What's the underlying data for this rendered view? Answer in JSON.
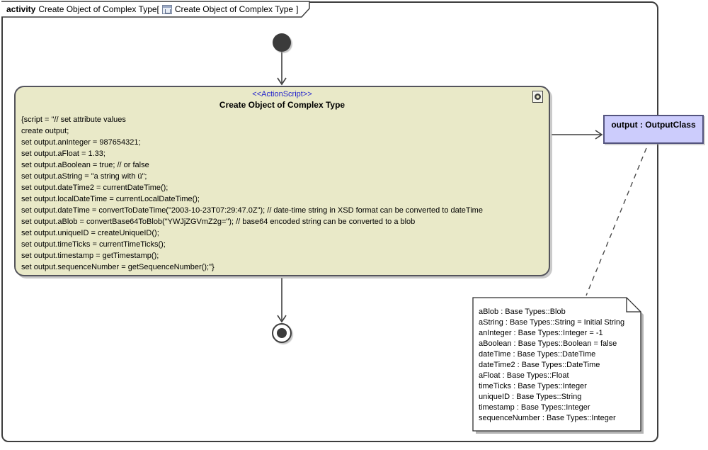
{
  "frame": {
    "keyword": "activity",
    "name_with_bracket": "Create Object of Complex Type[",
    "referenced_diagram": "Create Object of Complex Type",
    "bracket_close": "]",
    "diagram_icon": "activity-diagram-icon"
  },
  "action": {
    "stereotype": "<<ActionScript>>",
    "name": "Create Object of Complex Type",
    "corner_icon": "script-gear-icon",
    "script_lines": [
      "{script = \"// set attribute values",
      "create output;",
      "set output.anInteger = 987654321;",
      "set output.aFloat = 1.33;",
      "set output.aBoolean = true; // or false",
      "set output.aString = \"a string with ü\";",
      "set output.dateTime2 = currentDateTime();",
      "set output.localDateTime = currentLocalDateTime();",
      "set output.dateTime = convertToDateTime(\"2003-10-23T07:29:47.0Z\"); // date-time string in XSD format can be converted to dateTime",
      "set output.aBlob = convertBase64ToBlob(\"YWJjZGVmZ2g=\"); // base64 encoded string can be converted to a blob",
      "set output.uniqueID = createUniqueID();",
      "set output.timeTicks = currentTimeTicks();",
      "set output.timestamp = getTimestamp();",
      "set output.sequenceNumber = getSequenceNumber();\"}"
    ]
  },
  "output_object": {
    "label": "output : OutputClass"
  },
  "note": {
    "lines": [
      "aBlob : Base Types::Blob",
      "aString : Base Types::String = Initial String",
      "anInteger : Base Types::Integer = -1",
      "aBoolean : Base Types::Boolean = false",
      "dateTime : Base Types::DateTime",
      "dateTime2 : Base Types::DateTime",
      "aFloat : Base Types::Float",
      "timeTicks : Base Types::Integer",
      "uniqueID : Base Types::String",
      "timestamp : Base Types::Integer",
      "sequenceNumber : Base Types::Integer"
    ]
  },
  "colors": {
    "action_fill": "#e9e9c8",
    "action_border": "#54545c",
    "object_fill": "#ccccfc",
    "object_border": "#54547e",
    "stereotype_text": "#2222cc",
    "edge": "#3f3f3f",
    "note_fill": "#ffffff",
    "shadow": "#9e9e9e"
  }
}
